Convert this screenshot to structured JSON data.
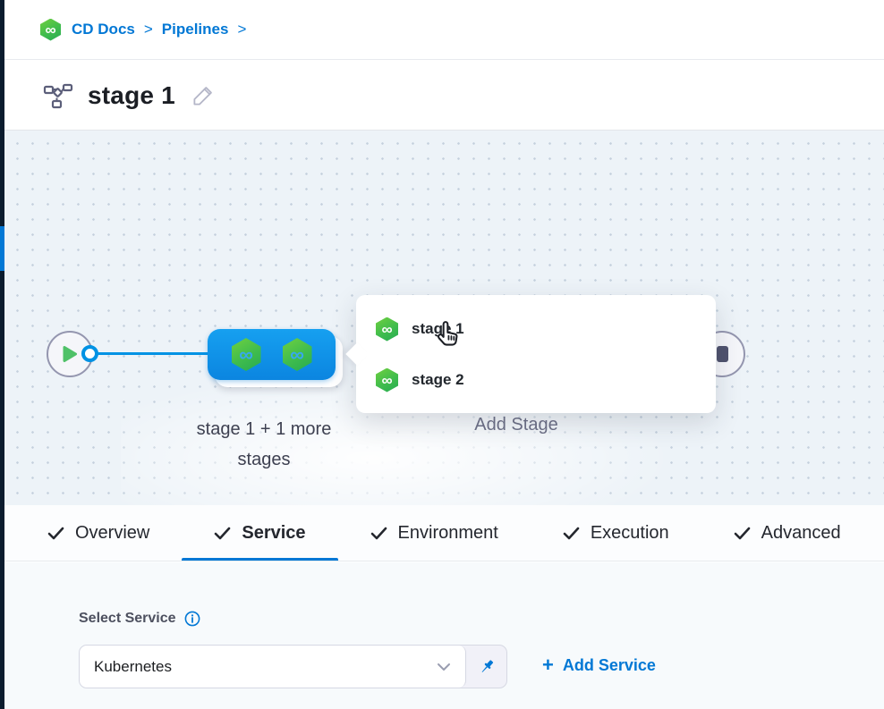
{
  "breadcrumb": {
    "separator": ">",
    "items": [
      {
        "label": "CD Docs"
      },
      {
        "label": "Pipelines"
      }
    ]
  },
  "header": {
    "title": "stage 1"
  },
  "canvas": {
    "group_label_line1": "stage 1 + 1 more",
    "group_label_line2": "stages",
    "add_stage_label": "Add Stage",
    "popup": {
      "items": [
        {
          "label": "stage 1"
        },
        {
          "label": "stage 2"
        }
      ]
    }
  },
  "tabs": {
    "items": [
      {
        "label": "Overview"
      },
      {
        "label": "Service"
      },
      {
        "label": "Environment"
      },
      {
        "label": "Execution"
      },
      {
        "label": "Advanced"
      }
    ],
    "active": "Service"
  },
  "service_panel": {
    "label": "Select Service",
    "selected_service": "Kubernetes",
    "add_service_label": "Add Service"
  },
  "icons": {
    "infinity": "∞",
    "plus": "+"
  },
  "colors": {
    "primary_blue": "#0278d5",
    "connector_blue": "#0092e4",
    "stage_box_blue": "#0d8ce6",
    "harness_green": "#42ba57",
    "rail_dark": "#0b1c2e"
  }
}
